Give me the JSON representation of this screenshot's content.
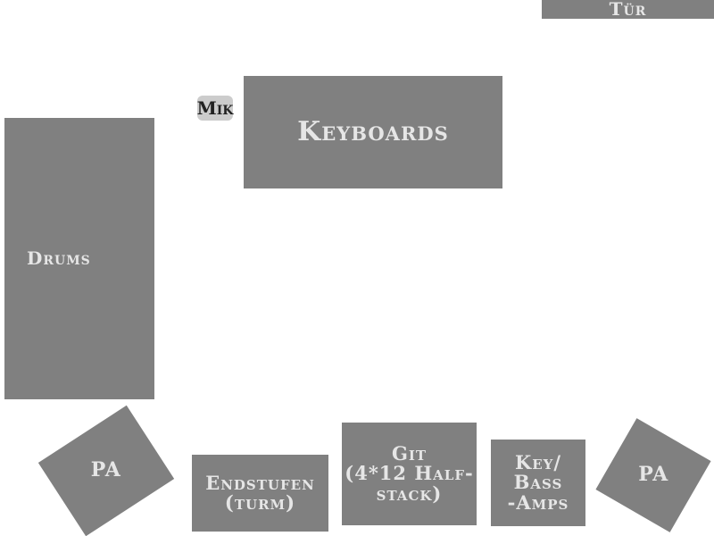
{
  "colors": {
    "block": "#808080",
    "label": "#e6e6e6",
    "mic": "#cccccc",
    "mic_label": "#222222",
    "background": "#ffffff"
  },
  "door": {
    "label": "Tür"
  },
  "keyboards": {
    "label": "Keyboards"
  },
  "mic": {
    "label": "Mik"
  },
  "drums": {
    "label": "Drums"
  },
  "pa_left": {
    "label": "PA"
  },
  "endstufen": {
    "line1": "Endstufen",
    "line2": "(turm)"
  },
  "git": {
    "line1": "Git",
    "line2": "(4*12 Half-",
    "line3": "stack)"
  },
  "keybass": {
    "line1": "Key/",
    "line2": "Bass",
    "line3": "-Amps"
  },
  "pa_right": {
    "label": "PA"
  }
}
